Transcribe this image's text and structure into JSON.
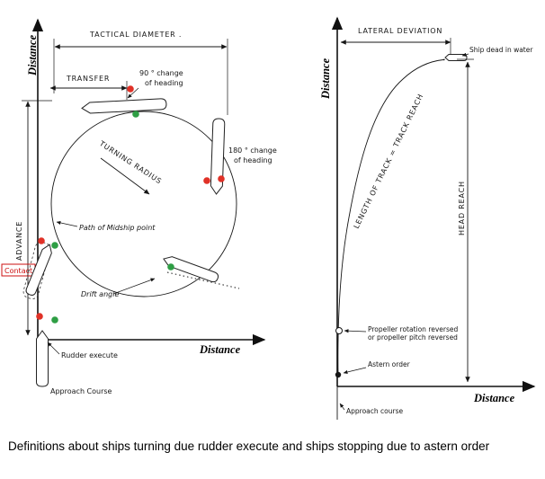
{
  "caption": "Definitions about ships turning due rudder execute and ships stopping due to astern order",
  "colors": {
    "red_dot": "#e03127",
    "green_dot": "#2e9e44",
    "contact_red": "#cc1111",
    "ink": "#161616"
  },
  "turning": {
    "y_axis": "Distance",
    "x_axis": "Distance",
    "tactical_diameter": "TACTICAL DIAMETER .",
    "transfer": "TRANSFER",
    "heading90_1": "90 ° change",
    "heading90_2": "of heading",
    "heading180_1": "180 ° change",
    "heading180_2": "of heading",
    "turning_radius": "TURNING RADIUS",
    "midship_path": "Path of  Midship point",
    "advance": "ADVANCE",
    "contact": "Contact",
    "drift_angle": "Drift angle",
    "rudder_execute": "Rudder execute",
    "approach_course": "Approach Course"
  },
  "stopping": {
    "y_axis": "Distance",
    "x_axis": "Distance",
    "lateral_deviation": "LATERAL DEVIATION",
    "ship_dead": "Ship dead in water",
    "track_reach": "LENGTH OF TRACK  =  TRACK  REACH",
    "head_reach": "HEAD  REACH",
    "propeller_1": "Propeller rotation reversed",
    "propeller_2": "or propeller pitch reversed",
    "astern_order": "Astern order",
    "approach_course": "Approach course"
  }
}
